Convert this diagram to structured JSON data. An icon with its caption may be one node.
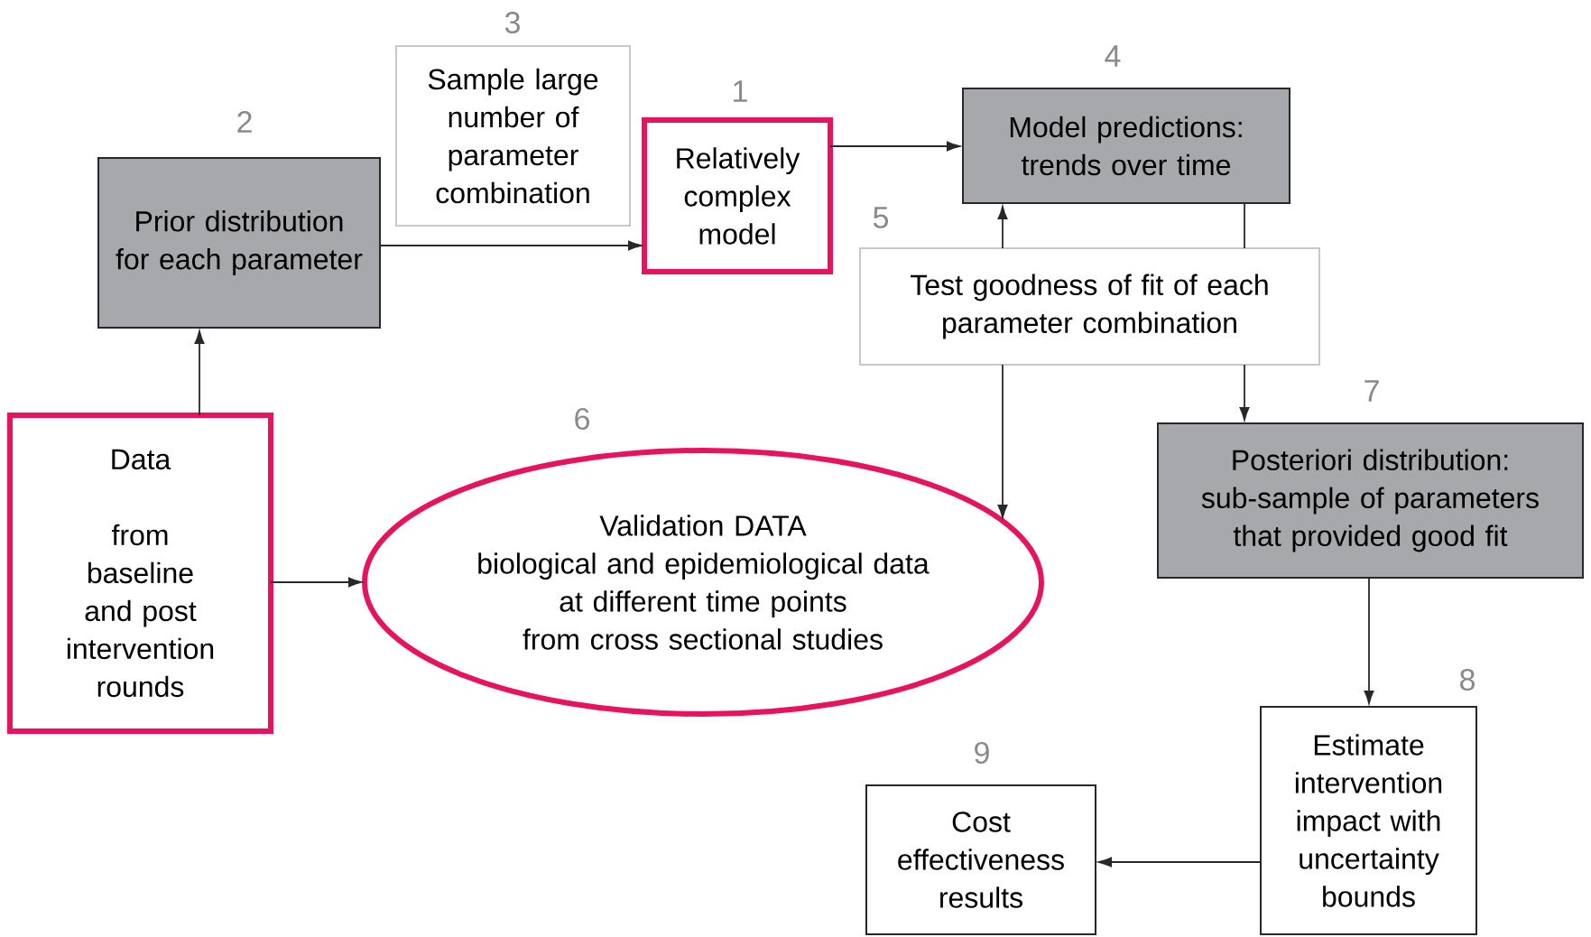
{
  "diagram": {
    "nodes": [
      {
        "text": [
          "Sample large number of parameter combination"
        ],
        "beside": [
          "3"
        ]
      },
      {
        "text": [
          "Relatively complex model"
        ],
        "beside": [
          "1"
        ]
      },
      {
        "text": [
          "Prior distribution for each parameter"
        ],
        "beside": [
          "2"
        ]
      },
      {
        "text": [
          "Model predictions: trends over time"
        ],
        "beside": [
          "4"
        ]
      },
      {
        "text": [
          "Test goodness of fit of each parameter combination"
        ],
        "beside": [
          "5"
        ]
      },
      {
        "text": [
          "Data",
          "from baseline and post intervention rounds"
        ]
      },
      {
        "text": [
          "Validation DATA",
          "biological and epidemiological data",
          "at different time points",
          "from cross sectional studies"
        ],
        "beside": [
          "6"
        ]
      },
      {
        "text": [
          "Posteriori distribution: sub-sample of parameters that provided good fit"
        ],
        "beside": [
          "7"
        ]
      },
      {
        "text": [
          "Estimate intervention impact with uncertainty bounds"
        ],
        "beside": [
          "8"
        ]
      },
      {
        "text": [
          "Cost effectiveness results"
        ],
        "beside": [
          "9"
        ]
      }
    ],
    "edges": [
      {
        "from": 5,
        "to": 2,
        "arrow": "to"
      },
      {
        "from": 2,
        "to": 1,
        "arrow": "to"
      },
      {
        "from": 1,
        "to": 3,
        "arrow": "to"
      },
      {
        "from": 4,
        "to": 3,
        "arrow": "to"
      },
      {
        "from": 3,
        "to": 4,
        "arrow": "none"
      },
      {
        "from": 4,
        "to": 6,
        "arrow": "to"
      },
      {
        "from": 4,
        "to": 7,
        "arrow": "to"
      },
      {
        "from": 5,
        "to": 6,
        "arrow": "to"
      },
      {
        "from": 7,
        "to": 8,
        "arrow": "to"
      },
      {
        "from": 8,
        "to": 9,
        "arrow": "to"
      }
    ]
  }
}
